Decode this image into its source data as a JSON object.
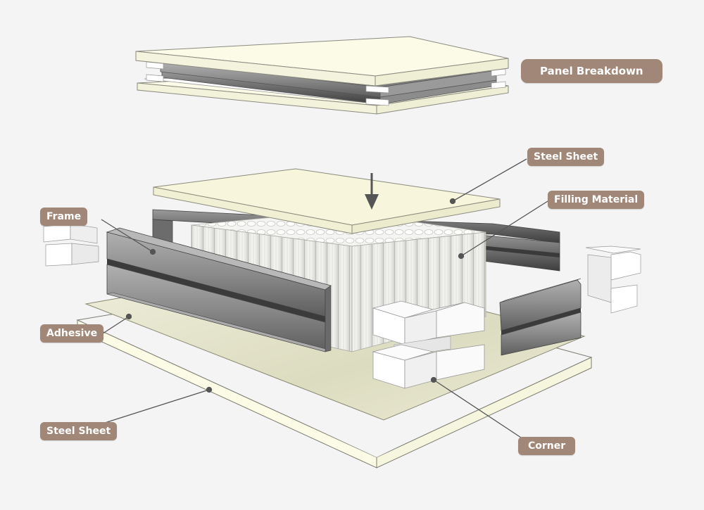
{
  "diagram": {
    "title": "Panel Breakdown",
    "labels": {
      "steel_sheet_top": "Steel Sheet",
      "filling_material": "Filling Material",
      "frame": "Frame",
      "adhesive": "Adhesive",
      "steel_sheet_bottom": "Steel Sheet",
      "corner": "Corner"
    },
    "colors": {
      "label_bg": "#a08777",
      "label_text": "#ffffff",
      "sheet": "#fbfbe8",
      "adhesive": "#e7e6cf",
      "frame_steel": "#8e8e8e",
      "honeycomb": "#f2f2f0",
      "background": "#f4f4f4",
      "leader_line": "#555555"
    },
    "arrow": "down-arrow"
  }
}
